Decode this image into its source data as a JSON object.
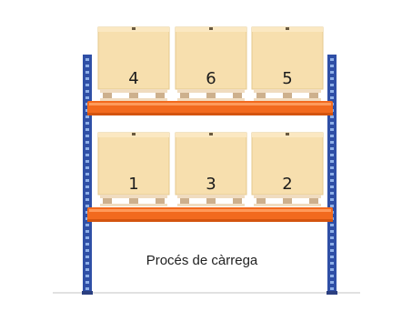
{
  "caption": "Procés de càrrega",
  "levels": {
    "upper": {
      "box_numbers": [
        "4",
        "6",
        "5"
      ]
    },
    "lower": {
      "box_numbers": [
        "1",
        "3",
        "2"
      ]
    }
  },
  "colors": {
    "upright": "#2f4fa6",
    "upright_holes": "#8fb0e8",
    "beam": "#f26a1e",
    "beam_highlight": "#ff9a5a",
    "box": "#f7dfae",
    "box_top": "#fbe8c2",
    "pallet": "#f0dcc0",
    "pallet_dark": "#cdb08d",
    "floor": "#d7d7d7"
  }
}
